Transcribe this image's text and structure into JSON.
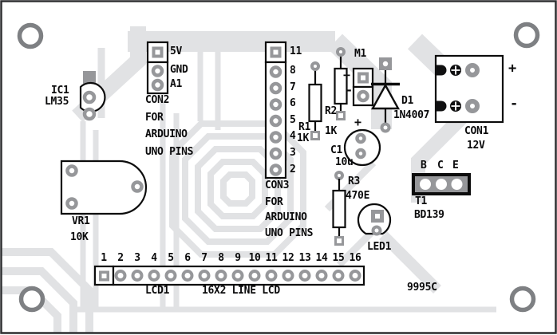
{
  "board": {
    "code": "9995C",
    "colors": {
      "trace": "#e1e2e4",
      "pad": "#96979a",
      "hole_ring": "#7e8083",
      "outline": "#0c0c0c"
    }
  },
  "ic1": {
    "ref": "IC1",
    "value": "LM35"
  },
  "con2": {
    "ref": "CON2",
    "pins": [
      "5V",
      "GND",
      "A1"
    ],
    "note": [
      "FOR",
      "ARDUINO",
      "UNO PINS"
    ]
  },
  "con3": {
    "ref": "CON3",
    "pins": [
      "11",
      "8",
      "7",
      "6",
      "5",
      "4",
      "3",
      "2"
    ],
    "note": [
      "FOR",
      "ARDUINO",
      "UNO PINS"
    ]
  },
  "r1": {
    "ref": "R1",
    "value": "1K"
  },
  "r2": {
    "ref": "R2",
    "value": "1K"
  },
  "r3": {
    "ref": "R3",
    "value": "470E"
  },
  "m1": {
    "ref": "M1",
    "plus": "+",
    "minus": "-"
  },
  "d1": {
    "ref": "D1",
    "value": "1N4007"
  },
  "con1": {
    "ref": "CON1",
    "value": "12V",
    "plus": "+",
    "minus": "-"
  },
  "c1": {
    "ref": "C1",
    "value": "10u",
    "plus": "+"
  },
  "led1": {
    "ref": "LED1"
  },
  "t1": {
    "ref": "T1",
    "value": "BD139",
    "pins": [
      "B",
      "C",
      "E"
    ]
  },
  "vr1": {
    "ref": "VR1",
    "value": "10K"
  },
  "lcd1": {
    "ref": "LCD1",
    "desc": "16X2 LINE LCD",
    "pins": [
      "1",
      "2",
      "3",
      "4",
      "5",
      "6",
      "7",
      "8",
      "9",
      "10",
      "11",
      "12",
      "13",
      "14",
      "15",
      "16"
    ]
  }
}
